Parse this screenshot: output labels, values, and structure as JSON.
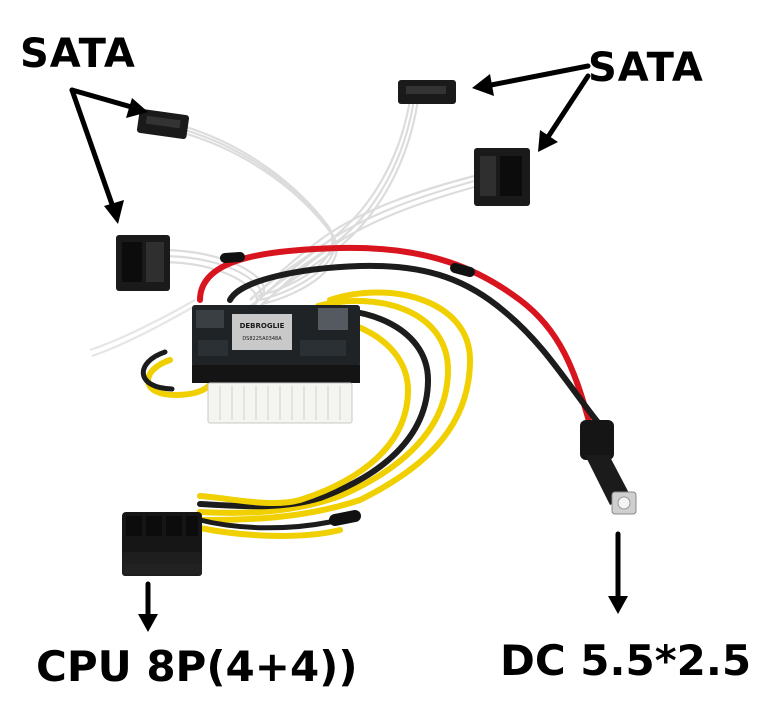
{
  "labels": {
    "sata_left": "SATA",
    "sata_right": "SATA",
    "cpu": "CPU 8P(4+4))",
    "dc": "DC 5.5*2.5"
  },
  "board": {
    "chip_text_top": "DEBROGLIE",
    "chip_text_bottom": "DS8225A0348A"
  },
  "colors": {
    "background": "#ffffff",
    "label_text": "#000000",
    "connector": "#1a1a1a",
    "wire_white": "#e8e8e8",
    "wire_red": "#d8141e",
    "wire_yellow": "#f0d000",
    "wire_black": "#1c1c1c",
    "pcb": "#1f2326",
    "atx_connector": "#f4f4f0"
  }
}
